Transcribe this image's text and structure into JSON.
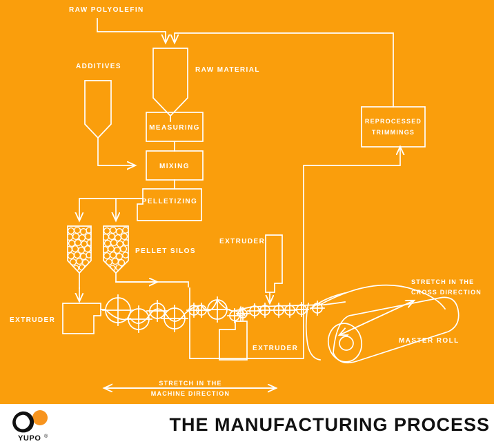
{
  "page": {
    "background_color": "#FA9E0C",
    "line_color": "#FFFFFF",
    "footer_background": "#FFFFFF"
  },
  "footer": {
    "title": "THE MANUFACTURING PROCESS",
    "logo_wordmark": "YUPO",
    "logo_registered": "®",
    "logo_dot_color": "#F7941E",
    "logo_ring_color": "#111111",
    "title_color": "#111111"
  },
  "diagram": {
    "labels": {
      "raw_polyolefin": "RAW POLYOLEFIN",
      "additives": "ADDITIVES",
      "raw_material": "RAW MATERIAL",
      "measuring": "MEASURING",
      "mixing": "MIXING",
      "pelletizing": "PELLETIZING",
      "pellet_silos": "PELLET SILOS",
      "reprocessed_trimmings_line1": "REPROCESSED",
      "reprocessed_trimmings_line2": "TRIMMINGS",
      "extruder_top": "EXTRUDER",
      "extruder_left": "EXTRUDER",
      "extruder_bottom": "EXTRUDER",
      "master_roll": "MASTER ROLL",
      "stretch_cross_line1": "STRETCH IN THE",
      "stretch_cross_line2": "CROSS DIRECTION",
      "stretch_machine_line1": "STRETCH IN THE",
      "stretch_machine_line2": "MACHINE DIRECTION"
    }
  }
}
